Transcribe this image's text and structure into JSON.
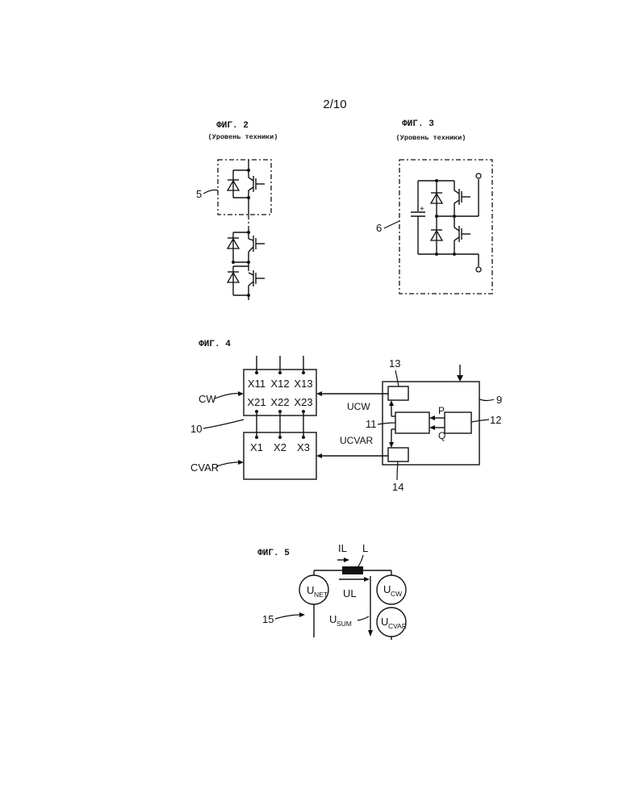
{
  "page_number": "2/10",
  "fig2": {
    "title": "ФИГ. 2",
    "subtitle": "(Уровень техники)",
    "label_5": "5"
  },
  "fig3": {
    "title": "ФИГ. 3",
    "subtitle": "(Уровень техники)",
    "label_6": "6",
    "plus": "+"
  },
  "fig4": {
    "title": "ФИГ. 4",
    "top_ports": [
      "X11",
      "X12",
      "X13"
    ],
    "mid_ports": [
      "X21",
      "X22",
      "X23"
    ],
    "bottom_ports": [
      "X1",
      "X2",
      "X3"
    ],
    "labels": {
      "cw": "CW",
      "cvar": "CVAR",
      "ref10": "10",
      "ref9": "9",
      "ref11": "11",
      "ref12": "12",
      "ref13": "13",
      "ref14": "14",
      "ucw": "UCW",
      "ucvar": "UCVAR",
      "p": "P",
      "q": "Q"
    }
  },
  "fig5": {
    "title": "ФИГ. 5",
    "il": "IL",
    "l": "L",
    "ul": "UL",
    "ref15": "15",
    "u_net": {
      "main": "U",
      "sub": "NET"
    },
    "u_cw": {
      "main": "U",
      "sub": "CW"
    },
    "u_cvar": {
      "main": "U",
      "sub": "CVAR"
    },
    "u_sum": {
      "main": "U",
      "sub": "SUM"
    }
  }
}
